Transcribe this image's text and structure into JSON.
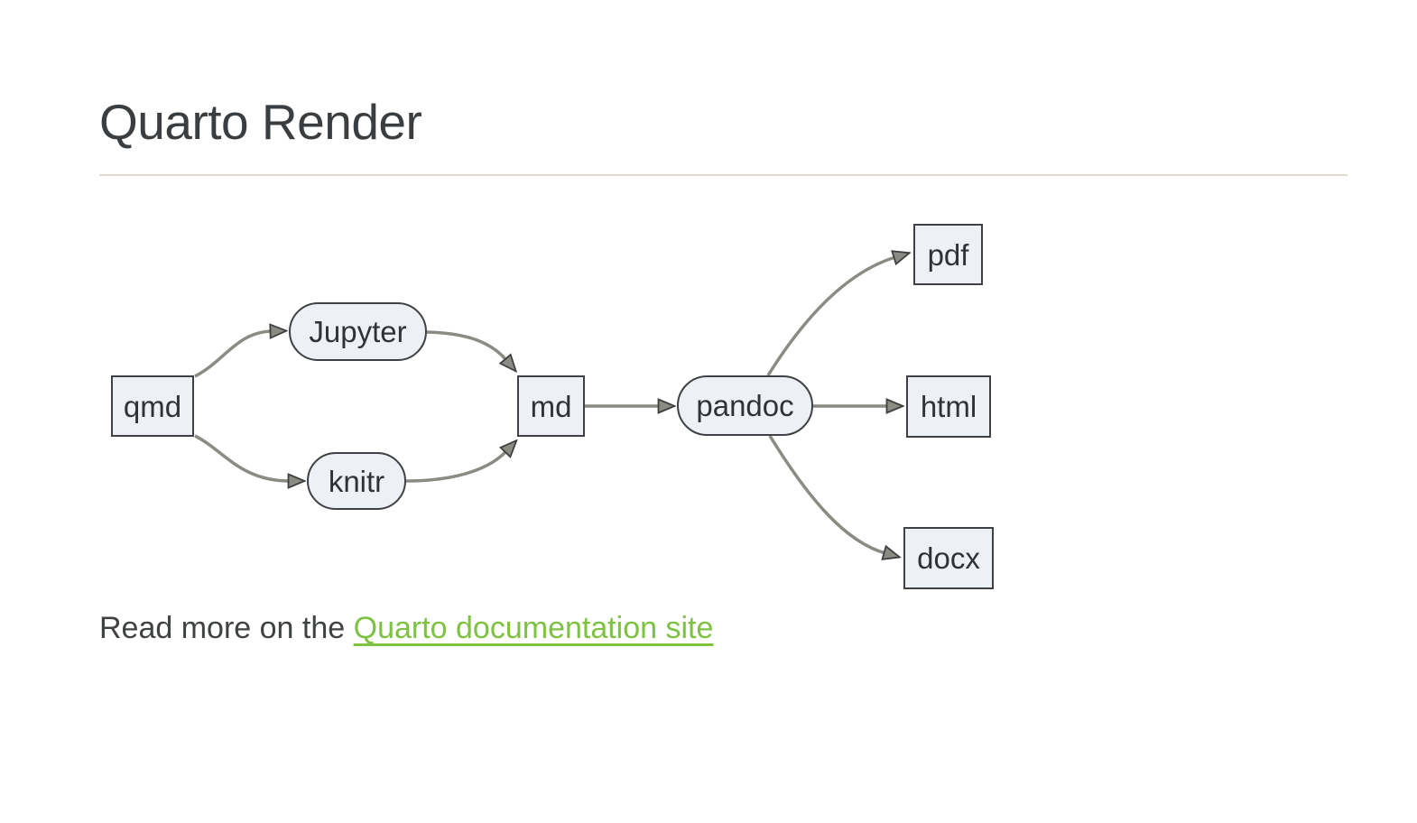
{
  "page": {
    "title": "Quarto Render"
  },
  "diagram": {
    "type": "flowchart",
    "direction": "left-to-right",
    "nodes": [
      {
        "id": "qmd",
        "label": "qmd",
        "shape": "rect"
      },
      {
        "id": "jupyter",
        "label": "Jupyter",
        "shape": "stadium"
      },
      {
        "id": "knitr",
        "label": "knitr",
        "shape": "stadium"
      },
      {
        "id": "md",
        "label": "md",
        "shape": "rect"
      },
      {
        "id": "pandoc",
        "label": "pandoc",
        "shape": "stadium"
      },
      {
        "id": "pdf",
        "label": "pdf",
        "shape": "rect"
      },
      {
        "id": "html",
        "label": "html",
        "shape": "rect"
      },
      {
        "id": "docx",
        "label": "docx",
        "shape": "rect"
      }
    ],
    "edges": [
      {
        "from": "qmd",
        "to": "jupyter"
      },
      {
        "from": "qmd",
        "to": "knitr"
      },
      {
        "from": "jupyter",
        "to": "md"
      },
      {
        "from": "knitr",
        "to": "md"
      },
      {
        "from": "md",
        "to": "pandoc"
      },
      {
        "from": "pandoc",
        "to": "pdf"
      },
      {
        "from": "pandoc",
        "to": "html"
      },
      {
        "from": "pandoc",
        "to": "docx"
      }
    ]
  },
  "footer": {
    "prefix": "Read more on the ",
    "link_label": "Quarto documentation site"
  },
  "colors": {
    "node_fill": "#edf1f5",
    "node_border": "#3f4144",
    "edge_gray": "#8b8b84",
    "link_green": "#7dc243",
    "divider_tan": "#e1dacd",
    "heading_text": "#3b3e40",
    "body_text": "#3f4243"
  }
}
